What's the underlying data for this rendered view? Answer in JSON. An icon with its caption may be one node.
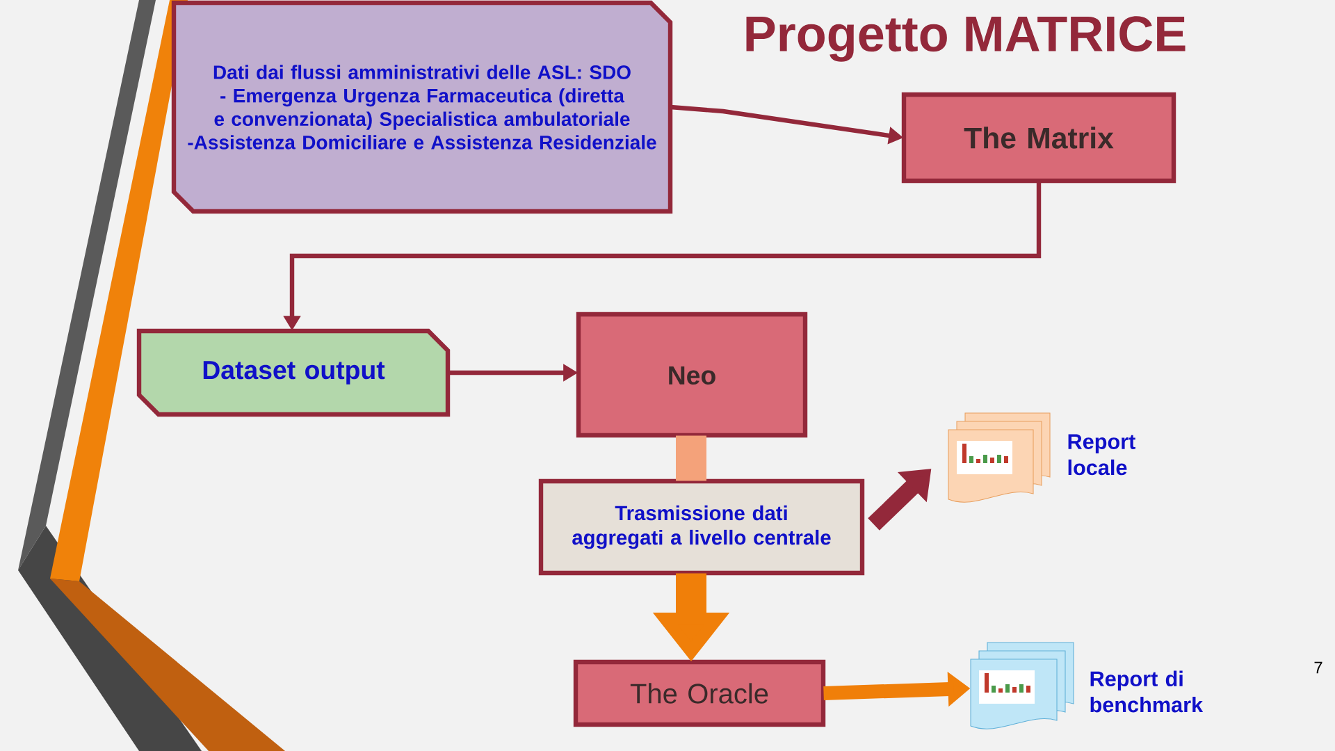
{
  "diagram": {
    "title": "Progetto MATRICE",
    "nodes": [
      {
        "text": [
          "Dati dai flussi amministrativi delle ASL: SDO - Emergenza Urgenza Farmaceutica (diretta e convenzionata) Specialistica ambulatoriale -Assistenza Domiciliare e Assistenza Residenziale"
        ]
      },
      {
        "text": [
          "The Matrix"
        ]
      },
      {
        "text": [
          "Dataset output"
        ]
      },
      {
        "text": [
          "Neo"
        ]
      },
      {
        "text": [],
        "shape": "picture",
        "beside": [
          "Report locale"
        ]
      },
      {
        "text": [
          "Trasmissione dati aggregati a livello centrale"
        ]
      },
      {
        "text": [
          "The Oracle"
        ]
      },
      {
        "text": [],
        "shape": "picture",
        "beside": [
          "Report di benchmark"
        ]
      }
    ],
    "edges": [
      {
        "from": 0,
        "to": 1,
        "arrow": "to"
      },
      {
        "from": 1,
        "to": 2,
        "arrow": "to"
      },
      {
        "from": 2,
        "to": 3,
        "arrow": "to"
      },
      {
        "from": 3,
        "to": 5,
        "arrow": "none",
        "style": "thick",
        "color": "#f4a27a"
      },
      {
        "from": 5,
        "to": 4,
        "arrow": "to"
      },
      {
        "from": 5,
        "to": 6,
        "arrow": "to",
        "style": "thick",
        "color": "#f07f09"
      },
      {
        "from": 6,
        "to": 7,
        "arrow": "to",
        "color": "#f07f09"
      }
    ],
    "labels": [
      "7"
    ]
  }
}
